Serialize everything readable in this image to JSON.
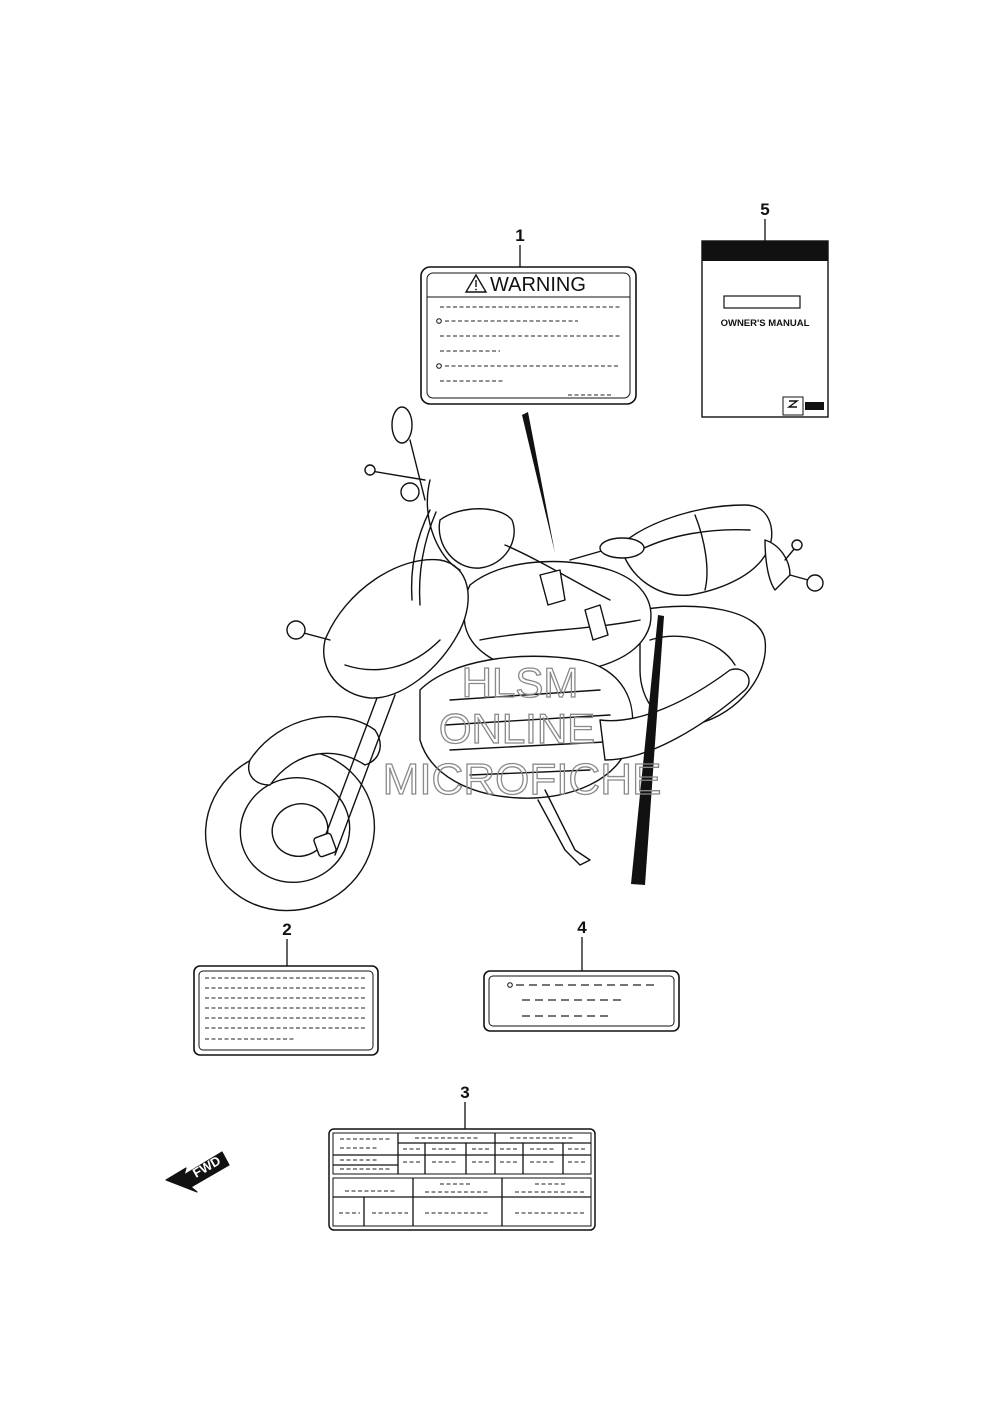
{
  "callouts": {
    "c1": "1",
    "c2": "2",
    "c3": "3",
    "c4": "4",
    "c5": "5"
  },
  "warning_label": {
    "heading": "WARNING",
    "icon": "warning-triangle-icon"
  },
  "owners_manual": {
    "title": "OWNER'S MANUAL",
    "logo": "suzuki-logo",
    "logo_text": "SUZUKI"
  },
  "direction_arrow": {
    "label": "FWD",
    "icon": "forward-arrow-icon"
  },
  "watermark": {
    "line1": "HLSM",
    "line2": "ONLINE",
    "line3": "MICROFICHE"
  }
}
